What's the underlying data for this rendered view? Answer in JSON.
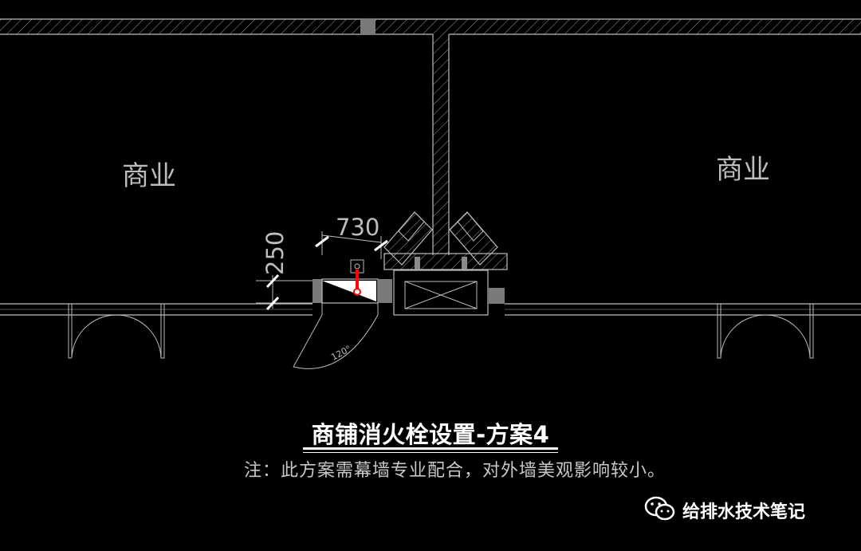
{
  "rooms": {
    "left_label": "商业",
    "right_label": "商业"
  },
  "dimensions": {
    "width_label": "730",
    "depth_label": "250",
    "angle_label": "120°"
  },
  "title": "商铺消火栓设置-方案4",
  "note": "注：此方案需幕墙专业配合，对外墙美观影响较小。",
  "watermark": {
    "text": "给排水技术笔记",
    "icon": "wechat-icon"
  },
  "colors": {
    "background": "#000000",
    "lines": "#bdbdbd",
    "hydrant_pipe": "#ff0000",
    "column_fill": "#7a7a7a"
  }
}
